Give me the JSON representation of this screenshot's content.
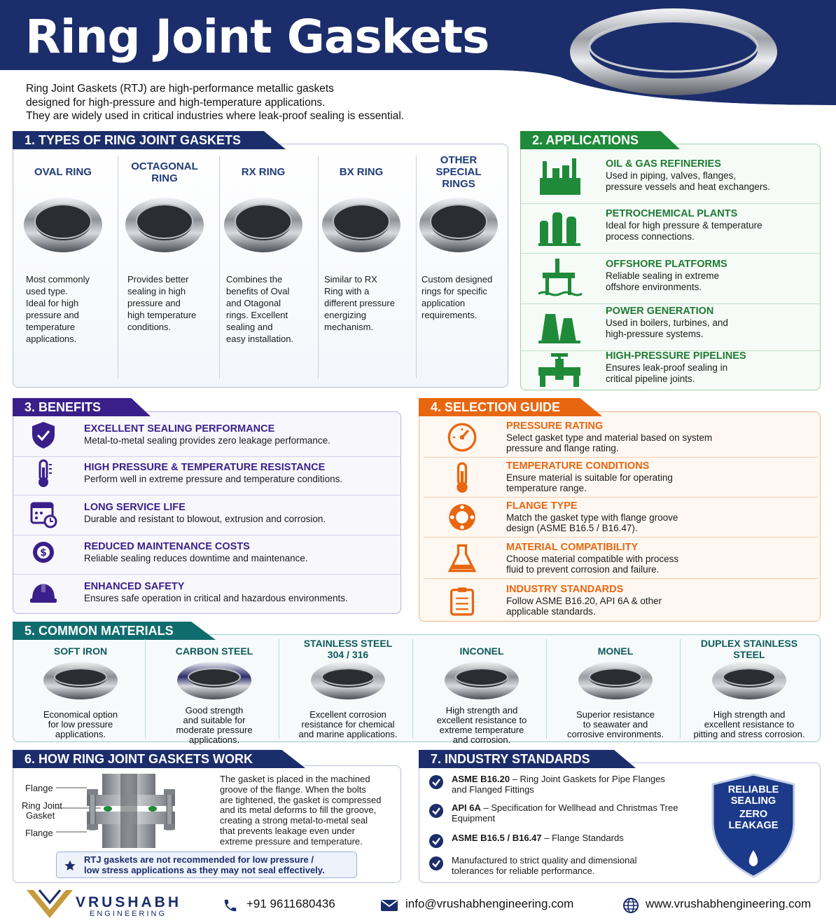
{
  "title": "Ring Joint Gaskets",
  "intro": [
    "Ring Joint Gaskets (RTJ) are high-performance metallic gaskets",
    "designed for high-pressure and high-temperature applications.",
    "They are widely used in critical industries where leak-proof sealing is essential."
  ],
  "types": {
    "heading": "1. TYPES OF RING JOINT GASKETS",
    "items": [
      {
        "name_lines": [
          "OVAL RING"
        ],
        "desc": [
          "Most commonly",
          "used type.",
          "Ideal for high",
          "pressure and",
          "temperature",
          "applications."
        ]
      },
      {
        "name_lines": [
          "OCTAGONAL",
          "RING"
        ],
        "desc": [
          "Provides better",
          "sealing in high",
          "pressure and",
          "high temperature",
          "conditions."
        ]
      },
      {
        "name_lines": [
          "RX RING"
        ],
        "desc": [
          "Combines the",
          "benefits of Oval",
          "and Otagonal",
          "rings. Excellent",
          "sealing and",
          "easy installation."
        ]
      },
      {
        "name_lines": [
          "BX RING"
        ],
        "desc": [
          "Similar to RX",
          "Ring with a",
          "different pressure",
          "energizing",
          "mechanism."
        ]
      },
      {
        "name_lines": [
          "OTHER",
          "SPECIAL",
          "RINGS"
        ],
        "desc": [
          "Custom designed",
          "rings for specific",
          "application",
          "requirements."
        ]
      }
    ]
  },
  "applications": {
    "heading": "2. APPLICATIONS",
    "items": [
      {
        "title": "OIL & GAS REFINERIES",
        "text": [
          "Used in piping, valves, flanges,",
          "pressure vessels and heat exchangers."
        ],
        "icon": "refinery-icon"
      },
      {
        "title": "PETROCHEMICAL PLANTS",
        "text": [
          "Ideal for high pressure & temperature",
          "process connections."
        ],
        "icon": "petrochemical-plant-icon"
      },
      {
        "title": "OFFSHORE PLATFORMS",
        "text": [
          "Reliable sealing in extreme",
          "offshore environments."
        ],
        "icon": "offshore-platform-icon"
      },
      {
        "title": "POWER GENERATION",
        "text": [
          "Used in boilers, turbines, and",
          "high-pressure systems."
        ],
        "icon": "power-plant-icon"
      },
      {
        "title": "HIGH-PRESSURE PIPELINES",
        "text": [
          "Ensures leak-proof sealing in",
          "critical pipeline joints."
        ],
        "icon": "pipeline-valve-icon"
      }
    ]
  },
  "benefits": {
    "heading": "3. BENEFITS",
    "items": [
      {
        "title": "EXCELLENT SEALING PERFORMANCE",
        "text": "Metal-to-metal sealing provides zero leakage performance.",
        "icon": "shield-check-icon"
      },
      {
        "title": "HIGH PRESSURE & TEMPERATURE RESISTANCE",
        "text": "Perform well in extreme pressure and temperature conditions.",
        "icon": "thermometer-icon"
      },
      {
        "title": "LONG SERVICE LIFE",
        "text": "Durable and resistant to blowout, extrusion and corrosion.",
        "icon": "calendar-clock-icon"
      },
      {
        "title": "REDUCED MAINTENANCE COSTS",
        "text": "Reliable sealing reduces downtime and maintenance.",
        "icon": "gear-dollar-icon"
      },
      {
        "title": "ENHANCED SAFETY",
        "text": "Ensures safe operation in critical and hazardous environments.",
        "icon": "hard-hat-icon"
      }
    ]
  },
  "selection": {
    "heading": "4. SELECTION GUIDE",
    "items": [
      {
        "title": "PRESSURE RATING",
        "text": [
          "Select gasket type and material based on system",
          "pressure and flange rating."
        ],
        "icon": "gauge-icon"
      },
      {
        "title": "TEMPERATURE CONDITIONS",
        "text": [
          "Ensure material is suitable for operating",
          "temperature range."
        ],
        "icon": "thermometer-icon"
      },
      {
        "title": "FLANGE TYPE",
        "text": [
          "Match the gasket type with flange groove",
          "design (ASME B16.5 / B16.47)."
        ],
        "icon": "flange-icon"
      },
      {
        "title": "MATERIAL COMPATIBILITY",
        "text": [
          "Choose material compatible with process",
          "fluid to prevent corrosion and failure."
        ],
        "icon": "flask-icon"
      },
      {
        "title": "INDUSTRY STANDARDS",
        "text": [
          "Follow ASME B16.20, API 6A & other",
          "applicable standards."
        ],
        "icon": "clipboard-icon"
      }
    ]
  },
  "materials": {
    "heading": "5. COMMON MATERIALS",
    "items": [
      {
        "name": [
          "SOFT IRON"
        ],
        "desc": [
          "Economical option",
          "for low pressure",
          "applications."
        ],
        "color": "#8a8d92"
      },
      {
        "name": [
          "CARBON STEEL"
        ],
        "desc": [
          "Good strength",
          "and suitable for",
          "moderate pressure",
          "applications."
        ],
        "color": "#2c2f6a"
      },
      {
        "name": [
          "STAINLESS STEEL",
          "304 / 316"
        ],
        "desc": [
          "Excellent corrosion",
          "resistance for chemical",
          "and marine applications."
        ],
        "color": "#a7abb0"
      },
      {
        "name": [
          "INCONEL"
        ],
        "desc": [
          "High strength and",
          "excellent resistance to",
          "extreme temperature",
          "and corrosion."
        ],
        "color": "#8e9196"
      },
      {
        "name": [
          "MONEL"
        ],
        "desc": [
          "Superior resistance",
          "to seawater and",
          "corrosive environments."
        ],
        "color": "#9a9da2"
      },
      {
        "name": [
          "DUPLEX STAINLESS",
          "STEEL"
        ],
        "desc": [
          "High strength and",
          "excellent resistance to",
          "pitting and stress corrosion."
        ],
        "color": "#b0b3b8"
      }
    ]
  },
  "how": {
    "heading": "6. HOW RING JOINT GASKETS WORK",
    "labels": {
      "flange_top": "Flange",
      "gasket": [
        "Ring Joint",
        "Gasket"
      ],
      "flange_bottom": "Flange"
    },
    "text": [
      "The gasket is placed in the machined",
      "groove of the flange. When the bolts",
      "are tightened, the gasket is compressed",
      "and its metal deforms to fill the groove,",
      "creating a strong metal-to-metal seal",
      "that prevents leakage even under",
      "extreme pressure and temperature."
    ],
    "note": [
      "RTJ gaskets are not recommended for low pressure /",
      "low stress applications as they may not seal effectively."
    ]
  },
  "standards": {
    "heading": "7. INDUSTRY STANDARDS",
    "items": [
      {
        "bold": "ASME B16.20",
        "rest": [
          " – Ring Joint Gaskets for Pipe Flanges",
          "and Flanged Fittings"
        ]
      },
      {
        "bold": "API 6A",
        "rest": [
          " – Specification for Wellhead and Christmas Tree",
          "Equipment"
        ]
      },
      {
        "bold": "ASME B16.5 / B16.47",
        "rest": [
          " – Flange Standards"
        ]
      },
      {
        "bold": "",
        "rest": [
          "Manufactured to strict quality and dimensional",
          "tolerances for reliable performance."
        ]
      }
    ],
    "badge": [
      "RELIABLE",
      "SEALING",
      "ZERO",
      "LEAKAGE"
    ]
  },
  "footer": {
    "brand": "VRUSHABH",
    "brand_sub": "ENGINEERING",
    "phone": "+91 9611680436",
    "email": "info@vrushabhengineering.com",
    "website": "www.vrushabhengineering.com"
  },
  "colors": {
    "navy": "#1b2d6b",
    "green": "#1f8a3a",
    "purple": "#3a1f8a",
    "orange": "#e8660f",
    "teal": "#0f6c6e"
  }
}
